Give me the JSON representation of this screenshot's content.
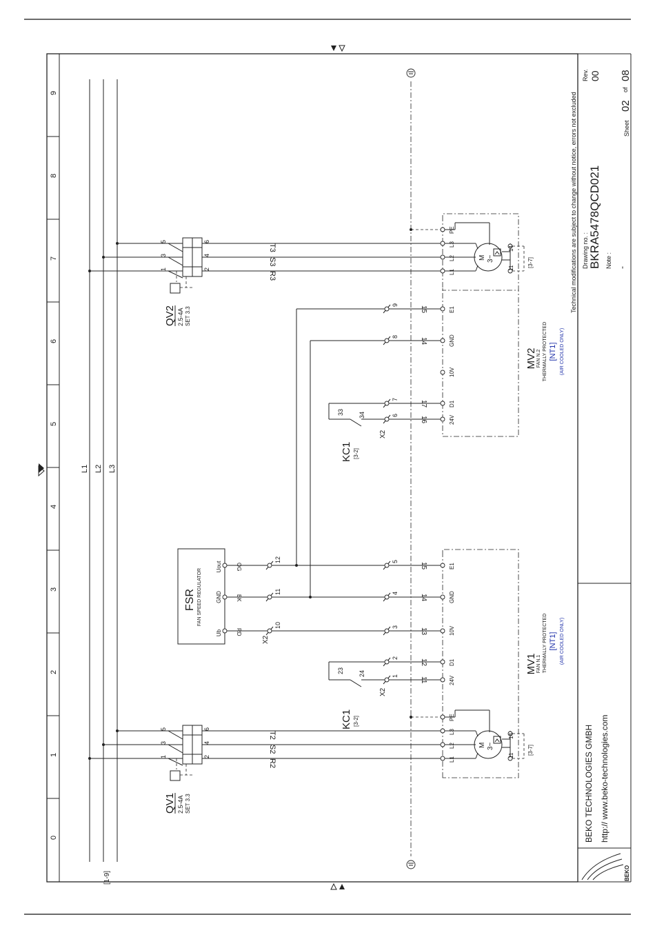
{
  "grid": {
    "columns": [
      "0",
      "1",
      "2",
      "3",
      "4",
      "5",
      "6",
      "7",
      "8",
      "9"
    ]
  },
  "bus": {
    "ref": "[1-9]",
    "lines": [
      "L1",
      "L2",
      "L3"
    ]
  },
  "breakers": [
    {
      "tag": "QV1",
      "rating": "2.5-4A",
      "set": "SET 3.3",
      "in": [
        "1",
        "3",
        "5"
      ],
      "out": [
        "2",
        "4",
        "6"
      ]
    },
    {
      "tag": "QV2",
      "rating": "2.5-4A",
      "set": "SET 3.3",
      "in": [
        "1",
        "3",
        "5"
      ],
      "out": [
        "2",
        "4",
        "6"
      ]
    }
  ],
  "phase_wires": [
    {
      "labels": [
        "R2",
        "S2",
        "T2"
      ]
    },
    {
      "labels": [
        "R3",
        "S3",
        "T3"
      ]
    }
  ],
  "fsr": {
    "tag": "FSR",
    "desc": "FAN SPEED REGULATOR",
    "pins": [
      "Ub",
      "GND",
      "Uout"
    ],
    "colors": [
      "RD",
      "BK",
      "OG"
    ]
  },
  "x2": {
    "label": "X2",
    "fsr_pins": [
      "10",
      "11",
      "12"
    ],
    "mv1_pins": [
      "1",
      "2",
      "3",
      "4",
      "5"
    ],
    "mv2_pins": [
      "6",
      "7",
      "8",
      "9"
    ]
  },
  "contactors": [
    {
      "tag": "KC1",
      "ref": "[3-2]",
      "contacts": [
        "23",
        "24"
      ]
    },
    {
      "tag": "KC1",
      "ref": "[3-2]",
      "contacts": [
        "33",
        "34"
      ]
    }
  ],
  "fans": [
    {
      "tag": "MV1",
      "sub": "FAN N.1",
      "note": "THERMALLY PROTECTED",
      "nt": "[NT1]",
      "cool": "(AIR COOLED ONLY)",
      "terms": [
        "L1",
        "L2",
        "L3",
        "PE",
        "24V",
        "D1",
        "10V",
        "GND",
        "E1"
      ],
      "wires": [
        "11",
        "12",
        "13",
        "14",
        "15"
      ],
      "motor": "M",
      "phase": "3~",
      "th": [
        "11",
        "14"
      ],
      "ref": "[3-7]"
    },
    {
      "tag": "MV2",
      "sub": "FAN N.2",
      "note": "THERMALLY PROTECTED",
      "nt": "[NT1]",
      "cool": "(AIR COOLED ONLY)",
      "terms": [
        "L1",
        "L2",
        "L3",
        "PE",
        "24V",
        "D1",
        "10V",
        "GND",
        "E1"
      ],
      "wires": [
        "16",
        "17",
        "14",
        "15"
      ],
      "motor": "M",
      "phase": "3~",
      "th": [
        "11",
        "14"
      ],
      "ref": "[3-7]"
    }
  ],
  "titleblock": {
    "company": "BEKO TECHNOLOGIES GMBH",
    "url": "http:// www.beko-technologies.com",
    "logo": "BEKO",
    "disclaimer": "Technical modifications are subject to change without notice, errors not excluded",
    "drawing_label": "Drawing no. :",
    "drawing_no": "BKRA5478QCD021",
    "rev_label": "Rev.",
    "rev": "00",
    "note_label": "Note :",
    "note": "-",
    "sheet_label": "Sheet",
    "sheet": "02",
    "of_label": "of",
    "total": "08"
  }
}
